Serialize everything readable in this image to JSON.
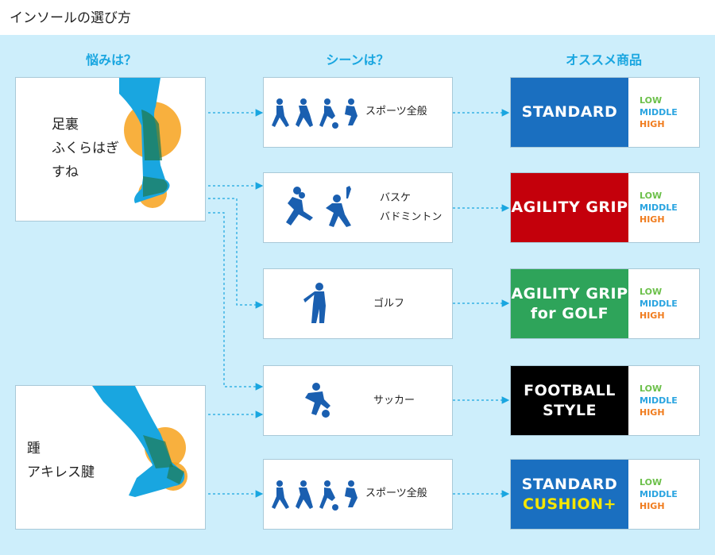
{
  "page": {
    "title": "インソールの選び方"
  },
  "headers": {
    "concern": "悩みは？",
    "scene": "シーンは？",
    "product": "オススメ商品"
  },
  "concerns": [
    {
      "lines": [
        "足裏",
        "ふくらはぎ",
        "すね"
      ]
    },
    {
      "lines": [
        "踵",
        "アキレス腱"
      ]
    }
  ],
  "scenes": [
    {
      "lines": [
        "スポーツ全般"
      ]
    },
    {
      "lines": [
        "バスケ",
        "バドミントン"
      ]
    },
    {
      "lines": [
        "ゴルフ"
      ]
    },
    {
      "lines": [
        "サッカー"
      ]
    },
    {
      "lines": [
        "スポーツ全般"
      ]
    }
  ],
  "products": [
    {
      "name": [
        "STANDARD"
      ],
      "color": "#1a6fc0"
    },
    {
      "name": [
        "AGILITY GRIP"
      ],
      "color": "#c4000b"
    },
    {
      "name": [
        "AGILITY GRIP",
        "for GOLF"
      ],
      "color": "#2ea45a"
    },
    {
      "name": [
        "FOOTBALL",
        "STYLE"
      ],
      "color": "#000000"
    },
    {
      "name": [
        "STANDARD",
        "CUSHION+"
      ],
      "color": "#1a6fc0",
      "second_line_color": "#f5e600"
    }
  ],
  "levels": {
    "low": "LOW",
    "middle": "MIDDLE",
    "high": "HIGH"
  },
  "colors": {
    "accent": "#19a6e0",
    "leg": "#19a6e0",
    "highlight": "#f7a21c",
    "panel": "#cdeefb"
  }
}
